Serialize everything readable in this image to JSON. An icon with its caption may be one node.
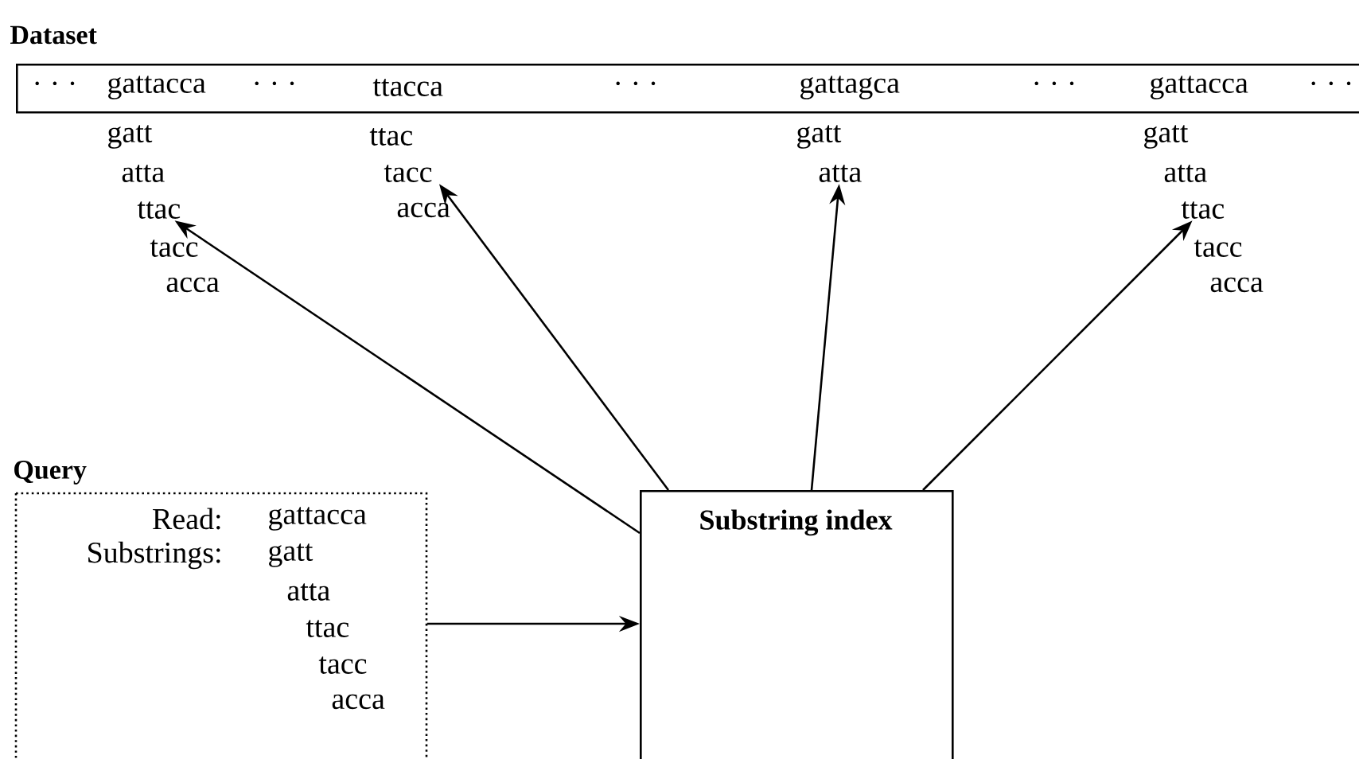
{
  "diagram": {
    "nodes": [
      {
        "text": [
          "Dataset"
        ]
      },
      {
        "text": [
          "ttac"
        ]
      },
      {
        "text": [
          "tacc"
        ]
      },
      {
        "text": [
          "atta"
        ]
      },
      {
        "text": [
          "ttac"
        ]
      },
      {
        "text": [
          "Query",
          "Read:",
          "Substrings:",
          "gattacca",
          "gatt",
          "atta",
          "ttac",
          "tacc",
          "acca"
        ]
      },
      {
        "text": [
          "Substring index"
        ]
      }
    ],
    "edges": [
      {
        "from": 6,
        "to": 1,
        "arrow": "to"
      },
      {
        "from": 6,
        "to": 2,
        "arrow": "to"
      },
      {
        "from": 6,
        "to": 3,
        "arrow": "to"
      },
      {
        "from": 6,
        "to": 4,
        "arrow": "to"
      },
      {
        "from": 5,
        "to": 6,
        "arrow": "to"
      }
    ],
    "labels": [
      "· · ·",
      "gattacca",
      "· · ·",
      "ttacca",
      "· · ·",
      "gattagca",
      "· · ·",
      "gattacca",
      "· · ·",
      "gatt",
      "atta",
      "tacc",
      "acca",
      "ttac",
      "acca",
      "gatt",
      "gatt",
      "atta",
      "tacc",
      "acca"
    ]
  }
}
